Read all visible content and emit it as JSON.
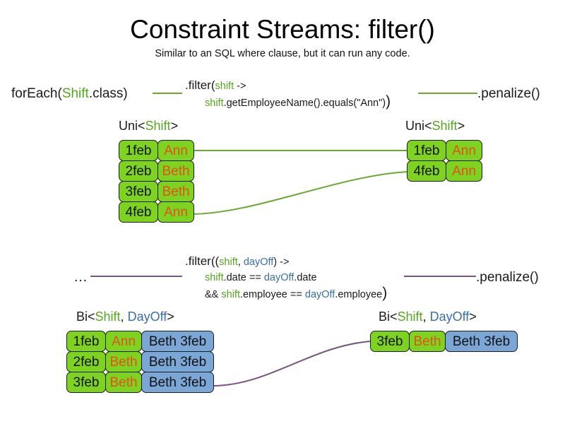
{
  "slide": {
    "title": "Constraint Streams: filter()",
    "subtitle": "Similar to an SQL where clause, but it can run any code."
  },
  "section_uni": {
    "source_label": {
      "prefix": "forEach(",
      "type": "Shift",
      "suffix": ".class)"
    },
    "filter_code": {
      "line1_prefix": ".filter(",
      "line1_param": "shift",
      "line1_arrow": " ->",
      "line2_var": "shift",
      "line2_rest": ".getEmployeeName().equals(\"Ann\")",
      "line2_close": ")"
    },
    "sink_label": ".penalize()",
    "input_header": {
      "prefix": "Uni<",
      "type": "Shift",
      "suffix": ">"
    },
    "output_header": {
      "prefix": "Uni<",
      "type": "Shift",
      "suffix": ">"
    },
    "input_rows": [
      {
        "date": "1feb",
        "name": "Ann"
      },
      {
        "date": "2feb",
        "name": "Beth"
      },
      {
        "date": "3feb",
        "name": "Beth"
      },
      {
        "date": "4feb",
        "name": "Ann"
      }
    ],
    "output_rows": [
      {
        "date": "1feb",
        "name": "Ann"
      },
      {
        "date": "4feb",
        "name": "Ann"
      }
    ]
  },
  "section_bi": {
    "source_label": "…",
    "filter_code": {
      "line1_prefix": ".filter((",
      "line1_param1": "shift",
      "line1_comma": ", ",
      "line1_param2": "dayOff",
      "line1_arrow": ") ->",
      "line2_var1": "shift",
      "line2_mid": ".date == ",
      "line2_var2": "dayOff",
      "line2_end": ".date",
      "line3_op": "&& ",
      "line3_var1": "shift",
      "line3_mid": ".employee == ",
      "line3_var2": "dayOff",
      "line3_end": ".employee",
      "line3_close": ")"
    },
    "sink_label": ".penalize()",
    "input_header": {
      "prefix": "Bi<",
      "type1": "Shift",
      "comma": ", ",
      "type2": "DayOff",
      "suffix": ">"
    },
    "output_header": {
      "prefix": "Bi<",
      "type1": "Shift",
      "comma": ", ",
      "type2": "DayOff",
      "suffix": ">"
    },
    "input_rows": [
      {
        "date": "1feb",
        "name": "Ann",
        "pair": "Beth 3feb"
      },
      {
        "date": "2feb",
        "name": "Beth",
        "pair": "Beth 3feb"
      },
      {
        "date": "3feb",
        "name": "Beth",
        "pair": "Beth 3feb"
      }
    ],
    "output_rows": [
      {
        "date": "3feb",
        "name": "Beth",
        "pair": "Beth 3feb"
      }
    ]
  },
  "colors": {
    "shift_green": "#55a61f",
    "dayoff_blue": "#3a6ea8",
    "chip_green": "#7ed320",
    "chip_blue": "#7ba7d7",
    "name_orange": "#e4501e",
    "wire_green": "#6aa832",
    "wire_purple": "#7a5480"
  }
}
